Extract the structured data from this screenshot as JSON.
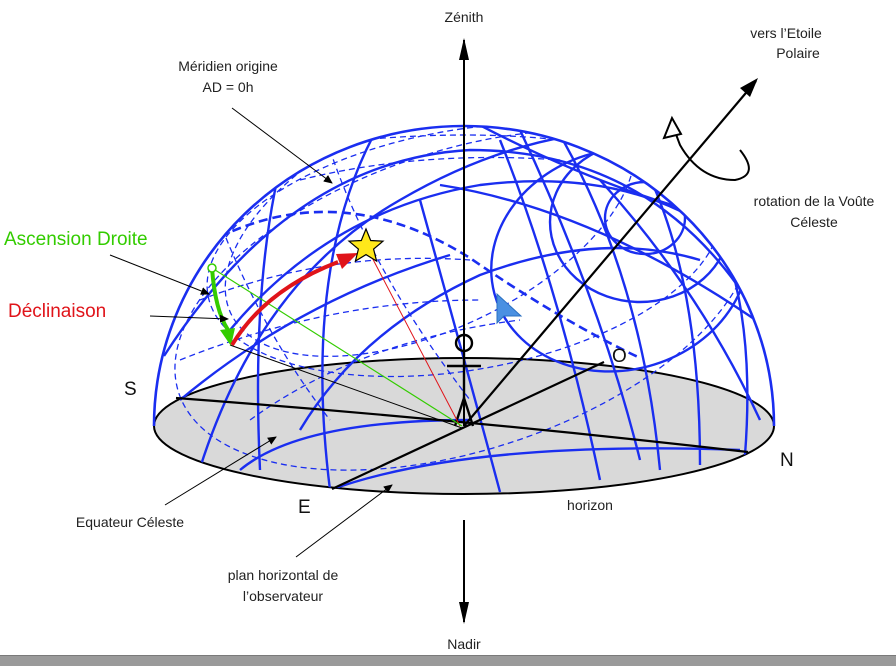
{
  "labels": {
    "zenith": "Zénith",
    "nadir": "Nadir",
    "pole_line1": "vers l’Etoile",
    "pole_line2": "Polaire",
    "meridian_line1": "Méridien origine",
    "meridian_line2": "AD = 0h",
    "rotation_line1": "rotation de la Voûte",
    "rotation_line2": "Céleste",
    "ascension": "Ascension Droite",
    "declination": "Déclinaison",
    "equator": "Equateur Céleste",
    "plane_line1": "plan horizontal de",
    "plane_line2": "l’observateur",
    "horizon": "horizon"
  },
  "cardinals": {
    "south": "S",
    "north": "N",
    "east": "E",
    "west": "O"
  },
  "colors": {
    "sphere_lines": "#1a2ef0",
    "ascension": "#33cc00",
    "declination": "#e0141a",
    "star_fill": "#ffe81a",
    "horizon_plane": "#d9d9d9",
    "axis": "#000000"
  }
}
